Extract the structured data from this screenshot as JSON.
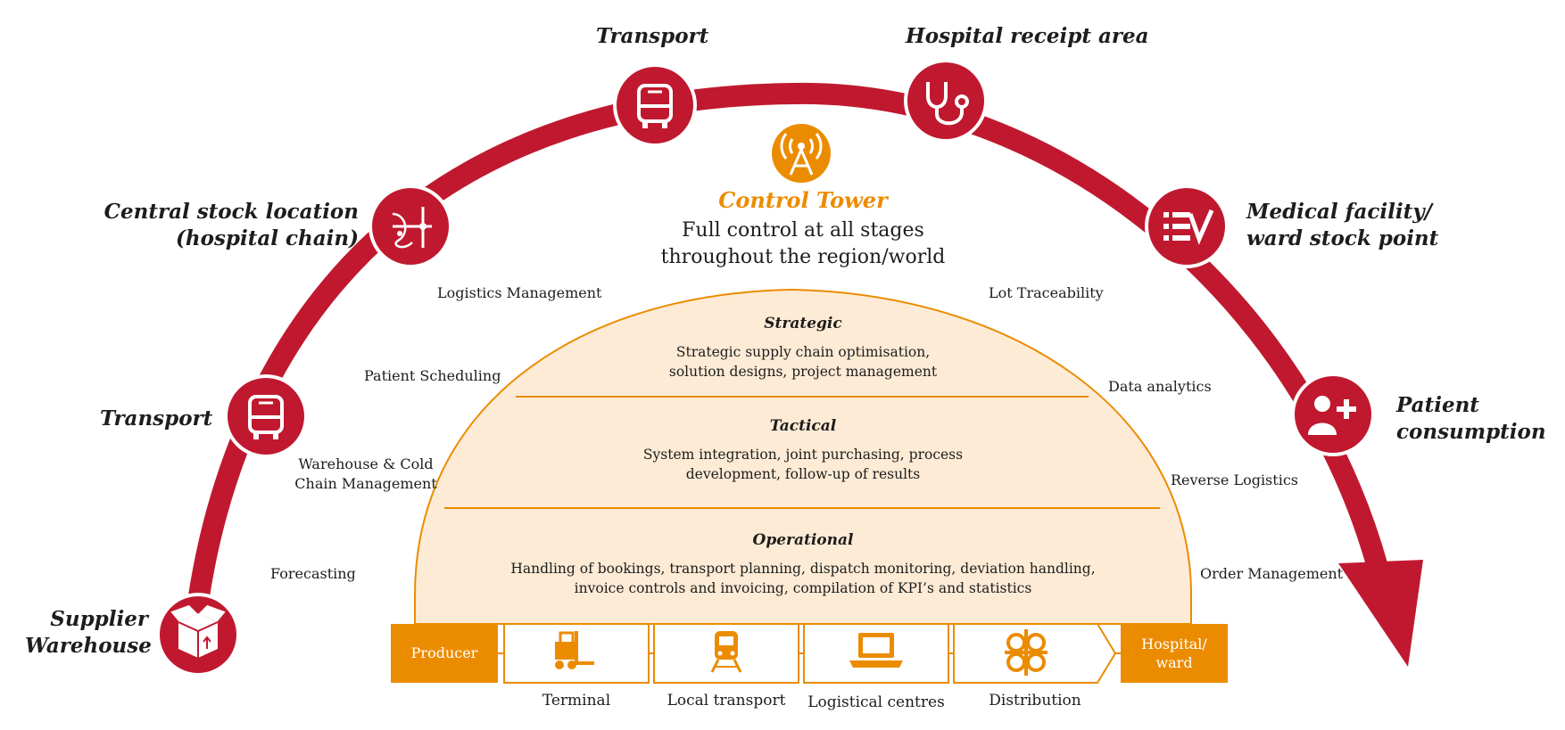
{
  "control_tower": {
    "title": "Control Tower",
    "subtitle_line1": "Full control at all stages",
    "subtitle_line2": "throughout the region/world",
    "icon": "antenna-tower-icon"
  },
  "stages": {
    "supplier_line1": "Supplier",
    "supplier_line2": "Warehouse",
    "transport_left": "Transport",
    "central_line1": "Central stock location",
    "central_line2": "(hospital chain)",
    "transport_top": "Transport",
    "hospital_receipt": "Hospital receipt area",
    "medical_line1": "Medical facility/",
    "medical_line2": "ward stock point",
    "patient_line1": "Patient",
    "patient_line2": "consumption"
  },
  "services": {
    "logistics_management": "Logistics Management",
    "patient_scheduling": "Patient Scheduling",
    "warehouse_line1": "Warehouse & Cold",
    "warehouse_line2": "Chain Management",
    "forecasting": "Forecasting",
    "lot_traceability": "Lot Traceability",
    "data_analytics": "Data analytics",
    "reverse_logistics": "Reverse Logistics",
    "order_management": "Order Management"
  },
  "layers": {
    "strategic_title": "Strategic",
    "strategic_line1": "Strategic supply chain optimisation,",
    "strategic_line2": "solution designs, project management",
    "tactical_title": "Tactical",
    "tactical_line1": "System integration, joint purchasing, process",
    "tactical_line2": "development, follow-up of results",
    "operational_title": "Operational",
    "operational_line1": "Handling of bookings, transport planning, dispatch monitoring, deviation handling,",
    "operational_line2": "invoice controls and invoicing, compilation of KPI’s and statistics"
  },
  "flow": {
    "producer": "Producer",
    "hospital_line1": "Hospital/",
    "hospital_line2": "ward",
    "terminal": "Terminal",
    "local_transport": "Local transport",
    "logistical_centres": "Logistical centres",
    "distribution": "Distribution"
  },
  "colors": {
    "crimson": "#c0192f",
    "orange": "#eb8c00",
    "cream": "#fdebd6",
    "text": "#1d1d1b"
  }
}
